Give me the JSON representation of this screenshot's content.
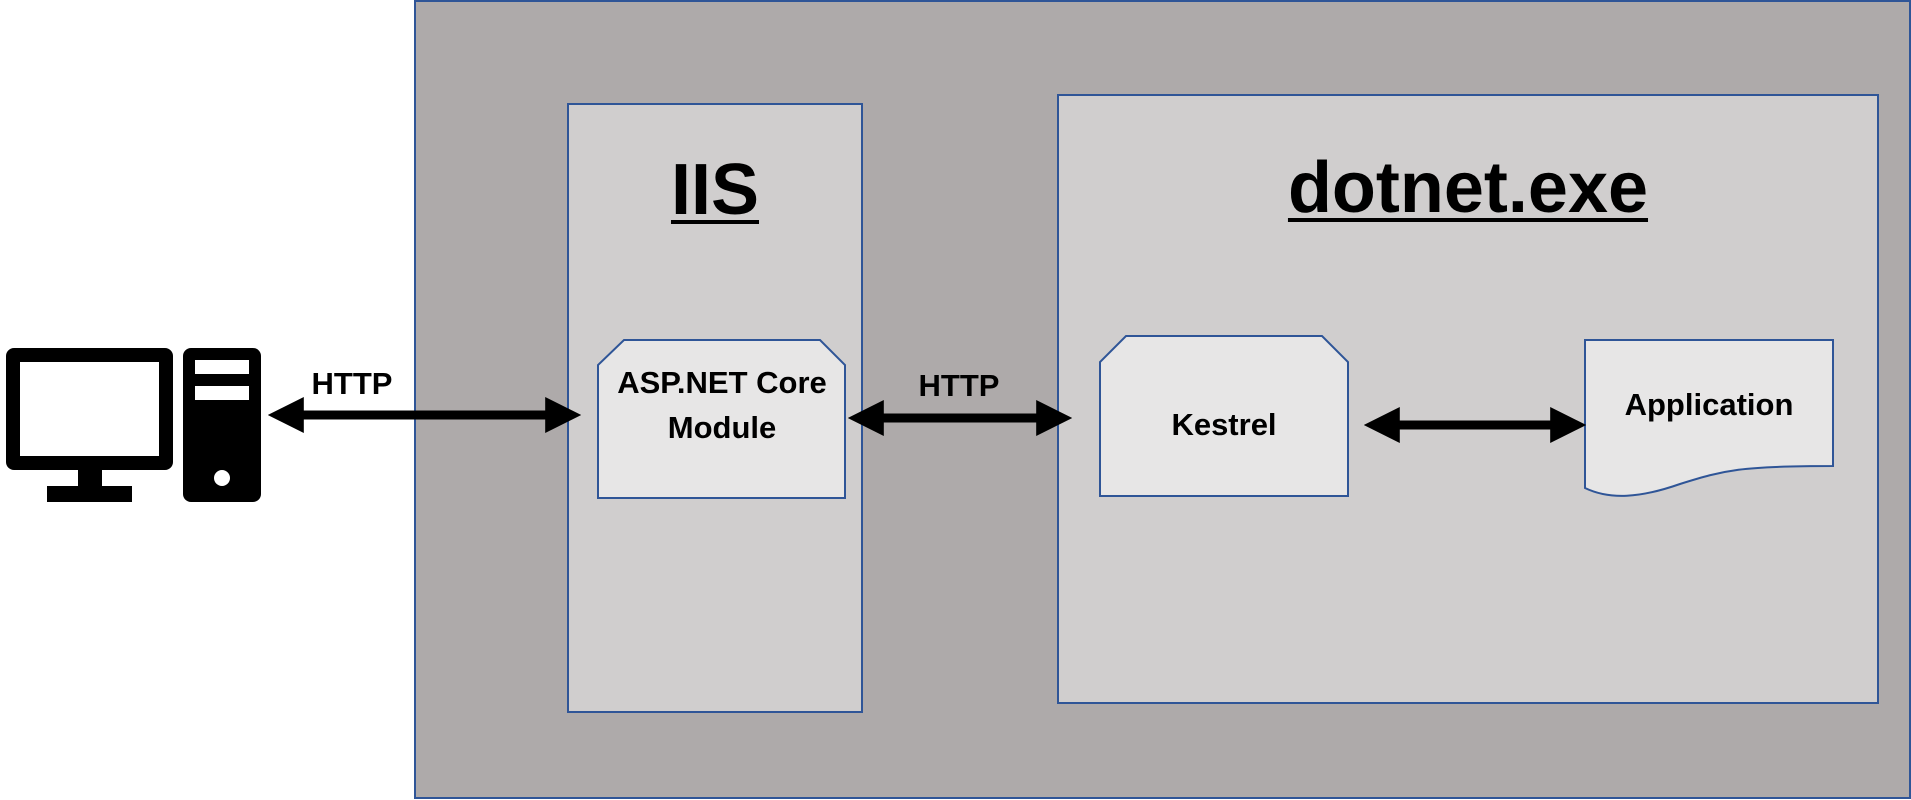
{
  "colors": {
    "outer_box_fill": "#aeaaaa",
    "inner_box_fill": "#d0cece",
    "shape_fill": "#e7e6e6",
    "border": "#2f5597",
    "arrow": "#000000",
    "icon": "#000000"
  },
  "icons": {
    "client": "desktop-computer-icon"
  },
  "iis": {
    "title": "IIS",
    "module_label": "ASP.NET Core Module"
  },
  "dotnet": {
    "title": "dotnet.exe",
    "kestrel_label": "Kestrel",
    "application_label": "Application"
  },
  "connections": {
    "client_to_iis_label": "HTTP",
    "iis_to_dotnet_label": "HTTP"
  }
}
